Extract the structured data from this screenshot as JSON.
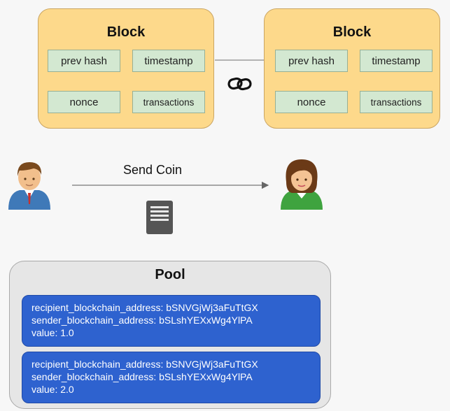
{
  "blocks": [
    {
      "title": "Block",
      "prev_hash": "prev hash",
      "timestamp": "timestamp",
      "nonce": "nonce",
      "transactions": "transactions"
    },
    {
      "title": "Block",
      "prev_hash": "prev hash",
      "timestamp": "timestamp",
      "nonce": "nonce",
      "transactions": "transactions"
    }
  ],
  "transfer": {
    "label": "Send Coin"
  },
  "icons": {
    "link": "link-icon",
    "sender": "male-user-icon",
    "recipient": "female-user-icon",
    "document": "document-icon"
  },
  "colors": {
    "block_fill": "#fdd98b",
    "field_fill": "#d3e8d1",
    "pool_fill": "#e6e6e6",
    "tx_fill": "#2e62cf"
  },
  "pool": {
    "title": "Pool",
    "transactions": [
      {
        "recipient": "recipient_blockchain_address: bSNVGjWj3aFuTtGX",
        "sender": "sender_blockchain_address: bSLshYEXxWg4YlPA",
        "value": "value: 1.0"
      },
      {
        "recipient": "recipient_blockchain_address: bSNVGjWj3aFuTtGX",
        "sender": "sender_blockchain_address: bSLshYEXxWg4YlPA",
        "value": "value: 2.0"
      }
    ]
  }
}
